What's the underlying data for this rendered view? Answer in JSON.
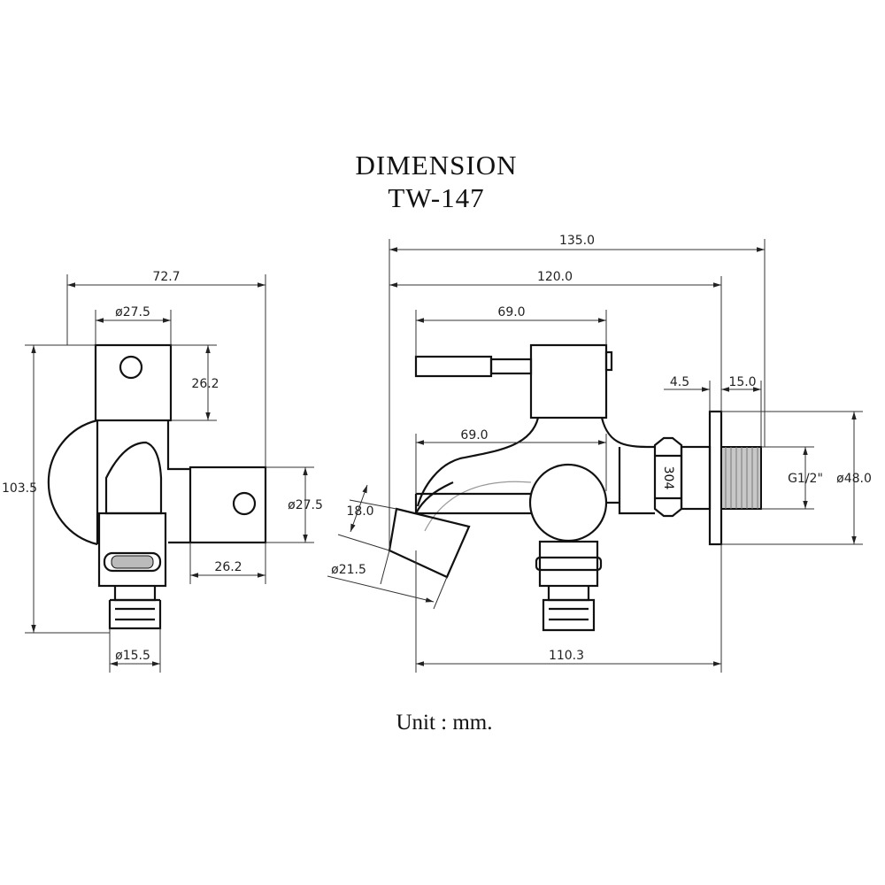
{
  "title": "DIMENSION",
  "model": "TW-147",
  "unit_label": "Unit : mm.",
  "dimensions": {
    "side_width": "72.7",
    "side_top_dia": "ø27.5",
    "side_top_height": "26.2",
    "side_total_height": "103.5",
    "side_right_dia": "ø27.5",
    "side_right_width": "26.2",
    "side_bottom_dia": "ø15.5",
    "front_total": "135.0",
    "front_body": "120.0",
    "front_upper_lever": "69.0",
    "front_lower_lever": "69.0",
    "front_flange_gap": "4.5",
    "front_thread_len": "15.0",
    "front_thread_size": "G1/2\"",
    "front_flange_dia": "ø48.0",
    "front_spout_len": "18.0",
    "front_spout_dia": "ø21.5",
    "front_bottom_width": "110.3",
    "nut_marking": "304"
  }
}
